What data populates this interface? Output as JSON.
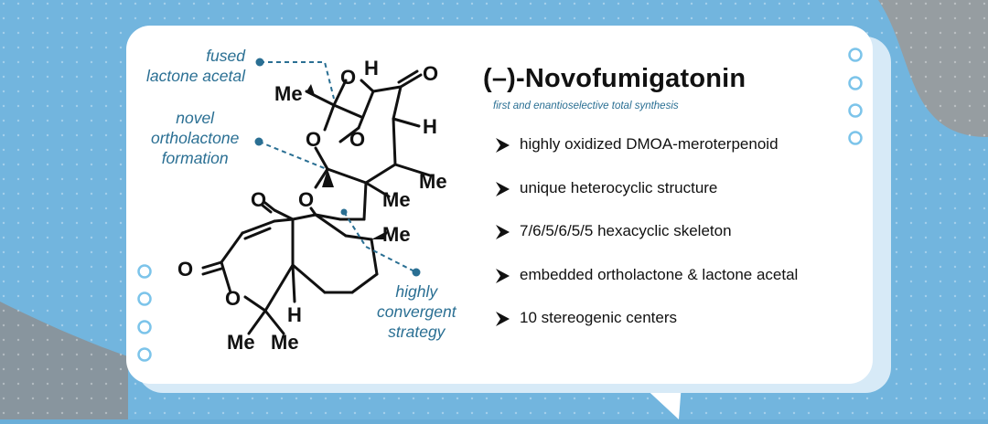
{
  "title": "(–)-Novofumigatonin",
  "subtitle": "first and enantioselective total synthesis",
  "features": [
    "highly oxidized DMOA-meroterpenoid",
    "unique heterocyclic structure",
    "7/6/5/6/5/5 hexacyclic skeleton",
    "embedded ortholactone & lactone acetal",
    "10 stereogenic centers"
  ],
  "annotations": {
    "fused_lactone_acetal": [
      "fused",
      "lactone acetal"
    ],
    "novel_ortholactone": [
      "novel",
      "ortholactone",
      "formation"
    ],
    "convergent_strategy": [
      "highly",
      "convergent",
      "strategy"
    ]
  },
  "atom_labels": {
    "me": "Me",
    "o": "O",
    "h": "H"
  },
  "colors": {
    "accent": "#2a6f93",
    "background": "#6aaed8",
    "card": "#ffffff"
  },
  "icons": [
    "arrowhead-bullet-icon",
    "circle-decoration-icon"
  ]
}
